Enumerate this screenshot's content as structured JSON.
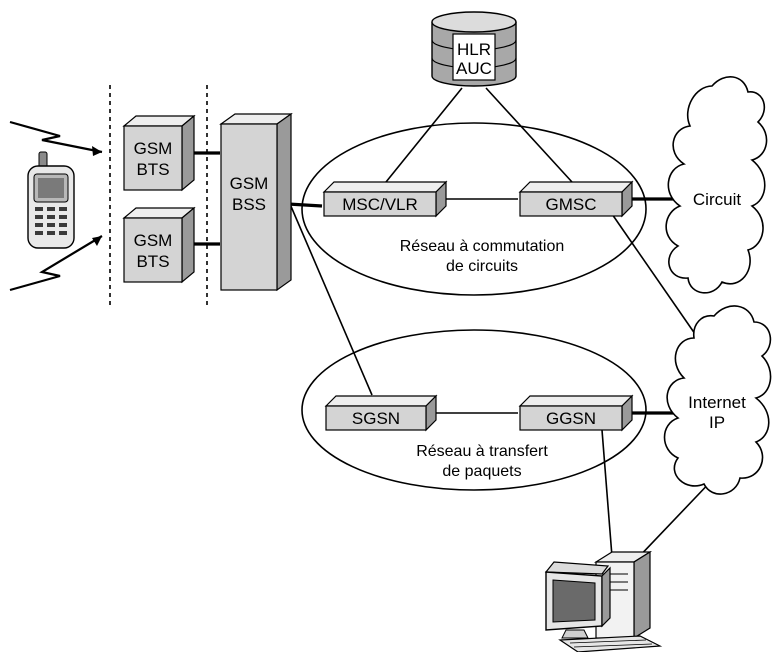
{
  "nodes": {
    "hlr": {
      "line1": "HLR",
      "line2": "AUC"
    },
    "bts1": {
      "line1": "GSM",
      "line2": "BTS"
    },
    "bts2": {
      "line1": "GSM",
      "line2": "BTS"
    },
    "bss": {
      "line1": "GSM",
      "line2": "BSS"
    },
    "msc": {
      "label": "MSC/VLR"
    },
    "gmsc": {
      "label": "GMSC"
    },
    "sgsn": {
      "label": "SGSN"
    },
    "ggsn": {
      "label": "GGSN"
    }
  },
  "networks": {
    "circuit": {
      "line1": "Réseau à commutation",
      "line2": "de circuits"
    },
    "packet": {
      "line1": "Réseau à transfert",
      "line2": "de paquets"
    }
  },
  "clouds": {
    "circuit": {
      "label": "Circuit"
    },
    "internet": {
      "line1": "Internet",
      "line2": "IP"
    }
  },
  "icons": [
    "mobile-phone-icon",
    "radio-wave-icon",
    "database-icon",
    "computer-icon",
    "cloud-icon"
  ],
  "colors": {
    "box_front": "#d4d4d4",
    "box_top": "#eeeeee",
    "box_side": "#9a9a9a",
    "line": "#000000"
  }
}
